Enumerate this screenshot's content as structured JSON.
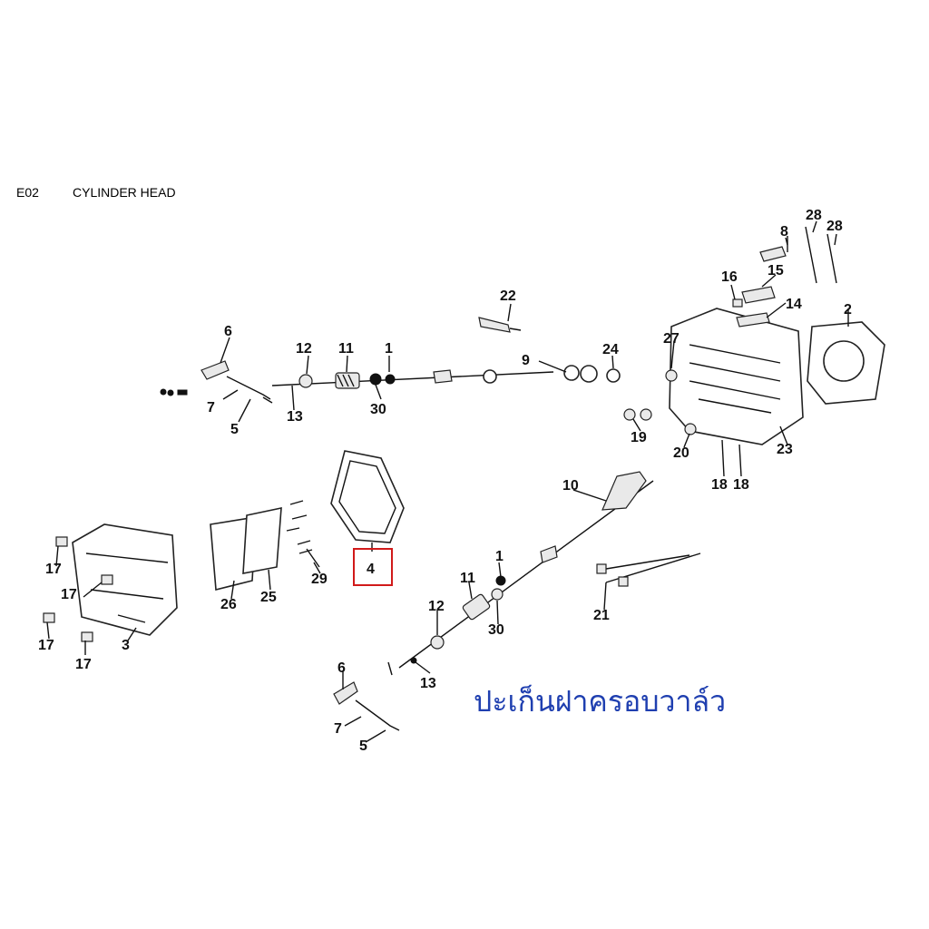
{
  "header": {
    "code": "E02",
    "title": "CYLINDER HEAD"
  },
  "caption": "ปะเก็นฝาครอบวาล์ว",
  "highlight": {
    "part_number": "4",
    "color": "#d11a1a"
  },
  "colors": {
    "caption_text": "#1f3fb0",
    "line_art": "#111111"
  },
  "part_labels": [
    "6",
    "12",
    "11",
    "1",
    "7",
    "5",
    "13",
    "30",
    "22",
    "9",
    "24",
    "8",
    "28",
    "28",
    "16",
    "15",
    "14",
    "2",
    "27",
    "19",
    "20",
    "23",
    "18",
    "18",
    "10",
    "1",
    "11",
    "12",
    "30",
    "13",
    "6",
    "7",
    "5",
    "21",
    "17",
    "17",
    "17",
    "17",
    "3",
    "26",
    "25",
    "29",
    "4"
  ]
}
